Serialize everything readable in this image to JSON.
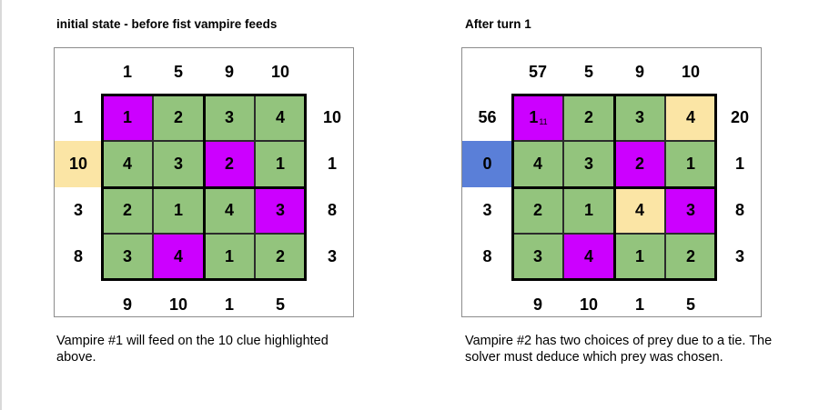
{
  "left": {
    "title": "initial state - before fist vampire feeds",
    "top_clues": [
      "1",
      "5",
      "9",
      "10"
    ],
    "bottom_clues": [
      "9",
      "10",
      "1",
      "5"
    ],
    "left_clues": [
      "1",
      "10",
      "3",
      "8"
    ],
    "right_clues": [
      "10",
      "1",
      "8",
      "3"
    ],
    "grid": [
      [
        "1",
        "2",
        "3",
        "4"
      ],
      [
        "4",
        "3",
        "2",
        "1"
      ],
      [
        "2",
        "1",
        "4",
        "3"
      ],
      [
        "3",
        "4",
        "1",
        "2"
      ]
    ],
    "caption": "Vampire #1 will feed on the 10 clue highlighted above."
  },
  "right": {
    "title": "After turn 1",
    "top_clues": [
      "57",
      "5",
      "9",
      "10"
    ],
    "bottom_clues": [
      "9",
      "10",
      "1",
      "5"
    ],
    "left_clues": [
      "56",
      "0",
      "3",
      "8"
    ],
    "right_clues": [
      "20",
      "1",
      "8",
      "3"
    ],
    "grid": [
      [
        "1",
        "2",
        "3",
        "4"
      ],
      [
        "4",
        "3",
        "2",
        "1"
      ],
      [
        "2",
        "1",
        "4",
        "3"
      ],
      [
        "3",
        "4",
        "1",
        "2"
      ]
    ],
    "cell_subscript": "11",
    "caption": "Vampire #2 has two choices of prey due to a tie. The solver must deduce which prey was chosen."
  },
  "colors": {
    "green": "#93c47d",
    "magenta": "#cc00ff",
    "yellow": "#fbe5a5",
    "blue": "#5a7fd8"
  }
}
